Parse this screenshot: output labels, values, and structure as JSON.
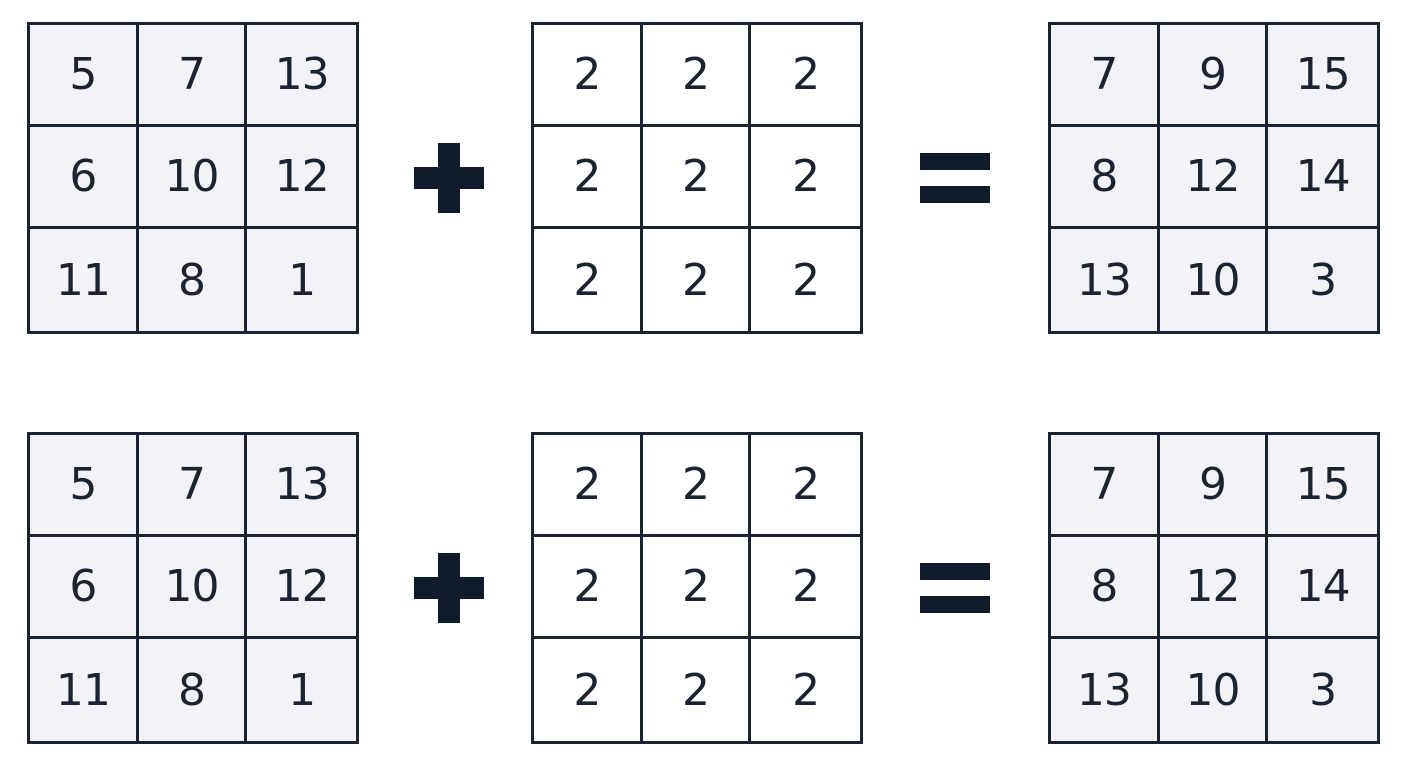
{
  "colors": {
    "grid_line": "#1b2230",
    "text": "#1b2230",
    "operator": "#0f1a2b",
    "shaded_cell": "#f3f2f8",
    "plain_cell": "#ffffff"
  },
  "equations": [
    {
      "left_matrix": {
        "shaded": true,
        "rows": [
          [
            "5",
            "7",
            "13"
          ],
          [
            "6",
            "10",
            "12"
          ],
          [
            "11",
            "8",
            "1"
          ]
        ]
      },
      "operator_1": "plus-icon",
      "middle_matrix": {
        "shaded": false,
        "rows": [
          [
            "2",
            "2",
            "2"
          ],
          [
            "2",
            "2",
            "2"
          ],
          [
            "2",
            "2",
            "2"
          ]
        ]
      },
      "operator_2": "equals-icon",
      "result_matrix": {
        "shaded": true,
        "rows": [
          [
            "7",
            "9",
            "15"
          ],
          [
            "8",
            "12",
            "14"
          ],
          [
            "13",
            "10",
            "3"
          ]
        ]
      }
    },
    {
      "left_matrix": {
        "shaded": true,
        "rows": [
          [
            "5",
            "7",
            "13"
          ],
          [
            "6",
            "10",
            "12"
          ],
          [
            "11",
            "8",
            "1"
          ]
        ]
      },
      "operator_1": "plus-icon",
      "middle_matrix": {
        "shaded": false,
        "rows": [
          [
            "2",
            "2",
            "2"
          ],
          [
            "2",
            "2",
            "2"
          ],
          [
            "2",
            "2",
            "2"
          ]
        ]
      },
      "operator_2": "equals-icon",
      "result_matrix": {
        "shaded": true,
        "rows": [
          [
            "7",
            "9",
            "15"
          ],
          [
            "8",
            "12",
            "14"
          ],
          [
            "13",
            "10",
            "3"
          ]
        ]
      }
    }
  ]
}
